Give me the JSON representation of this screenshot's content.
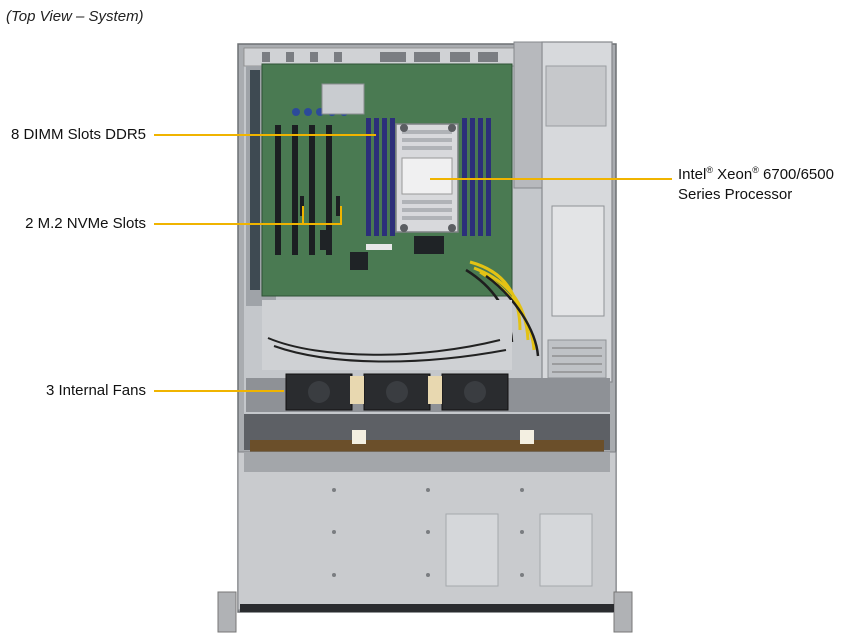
{
  "caption": "(Top View – System)",
  "callouts": {
    "dimm": "8 DIMM Slots DDR5",
    "nvme": "2 M.2 NVMe Slots",
    "fans": "3 Internal Fans",
    "cpu_brand": "Intel",
    "cpu_reg": "®",
    "cpu_line": "Xeon",
    "cpu_reg2": "®",
    "cpu_model": "6700/6500",
    "cpu_line2": "Series Processor"
  },
  "colors": {
    "callout": "#f0b400",
    "chassis": "#b9bcc0",
    "pcb": "#4a7a52",
    "drive_bay": "#c9cbce"
  },
  "board_labels": {
    "heatsink_text": "",
    "psu": ""
  }
}
